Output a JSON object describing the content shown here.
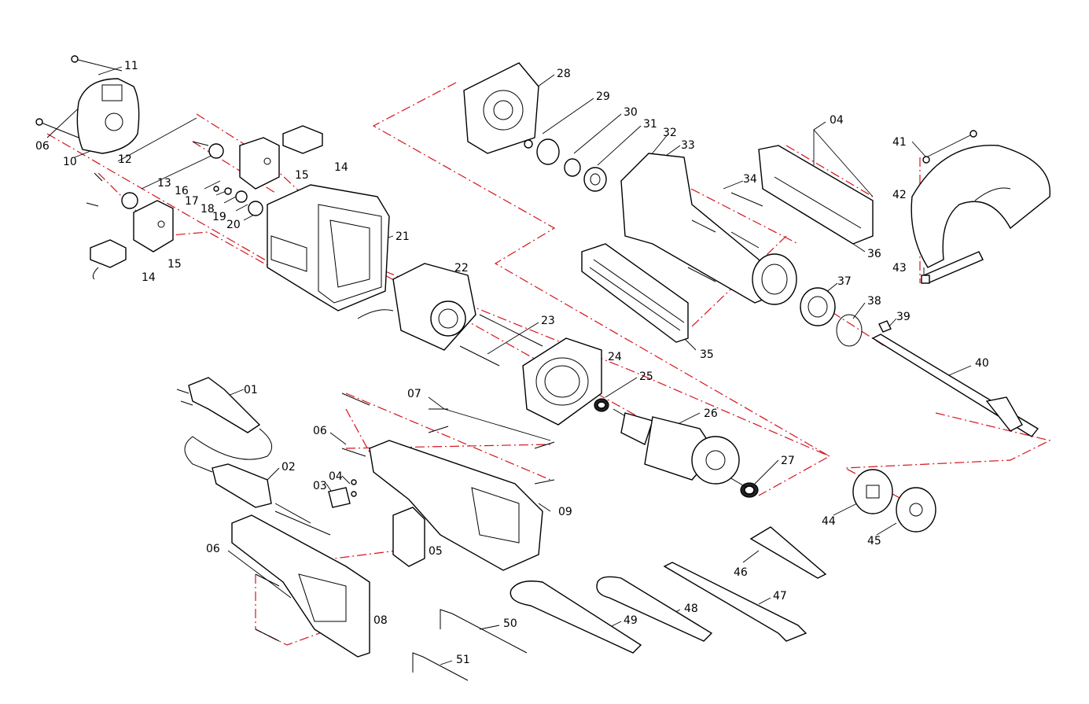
{
  "parts": [
    {
      "id": "p01",
      "text": "01"
    },
    {
      "id": "p02",
      "text": "02"
    },
    {
      "id": "p03",
      "text": "03"
    },
    {
      "id": "p04a",
      "text": "04"
    },
    {
      "id": "p04b",
      "text": "04"
    },
    {
      "id": "p05",
      "text": "05"
    },
    {
      "id": "p06a",
      "text": "06"
    },
    {
      "id": "p06b",
      "text": "06"
    },
    {
      "id": "p06c",
      "text": "06"
    },
    {
      "id": "p07",
      "text": "07"
    },
    {
      "id": "p08",
      "text": "08"
    },
    {
      "id": "p09",
      "text": "09"
    },
    {
      "id": "p10",
      "text": "10"
    },
    {
      "id": "p11",
      "text": "11"
    },
    {
      "id": "p12",
      "text": "12"
    },
    {
      "id": "p13",
      "text": "13"
    },
    {
      "id": "p14a",
      "text": "14"
    },
    {
      "id": "p14b",
      "text": "14"
    },
    {
      "id": "p15a",
      "text": "15"
    },
    {
      "id": "p15b",
      "text": "15"
    },
    {
      "id": "p16",
      "text": "16"
    },
    {
      "id": "p17",
      "text": "17"
    },
    {
      "id": "p18",
      "text": "18"
    },
    {
      "id": "p19",
      "text": "19"
    },
    {
      "id": "p20",
      "text": "20"
    },
    {
      "id": "p21",
      "text": "21"
    },
    {
      "id": "p22",
      "text": "22"
    },
    {
      "id": "p23",
      "text": "23"
    },
    {
      "id": "p24",
      "text": "24"
    },
    {
      "id": "p25",
      "text": "25"
    },
    {
      "id": "p26",
      "text": "26"
    },
    {
      "id": "p27",
      "text": "27"
    },
    {
      "id": "p28",
      "text": "28"
    },
    {
      "id": "p29",
      "text": "29"
    },
    {
      "id": "p30",
      "text": "30"
    },
    {
      "id": "p31",
      "text": "31"
    },
    {
      "id": "p32",
      "text": "32"
    },
    {
      "id": "p33",
      "text": "33"
    },
    {
      "id": "p34",
      "text": "34"
    },
    {
      "id": "p35",
      "text": "35"
    },
    {
      "id": "p36",
      "text": "36"
    },
    {
      "id": "p37",
      "text": "37"
    },
    {
      "id": "p38",
      "text": "38"
    },
    {
      "id": "p39",
      "text": "39"
    },
    {
      "id": "p40",
      "text": "40"
    },
    {
      "id": "p41",
      "text": "41"
    },
    {
      "id": "p42",
      "text": "42"
    },
    {
      "id": "p43",
      "text": "43"
    },
    {
      "id": "p44",
      "text": "44"
    },
    {
      "id": "p45",
      "text": "45"
    },
    {
      "id": "p46",
      "text": "46"
    },
    {
      "id": "p47",
      "text": "47"
    },
    {
      "id": "p48",
      "text": "48"
    },
    {
      "id": "p49",
      "text": "49"
    },
    {
      "id": "p50",
      "text": "50"
    },
    {
      "id": "p51",
      "text": "51"
    }
  ],
  "colors": {
    "line": "#000000",
    "assembly_path": "#d4141c",
    "background": "#ffffff"
  }
}
